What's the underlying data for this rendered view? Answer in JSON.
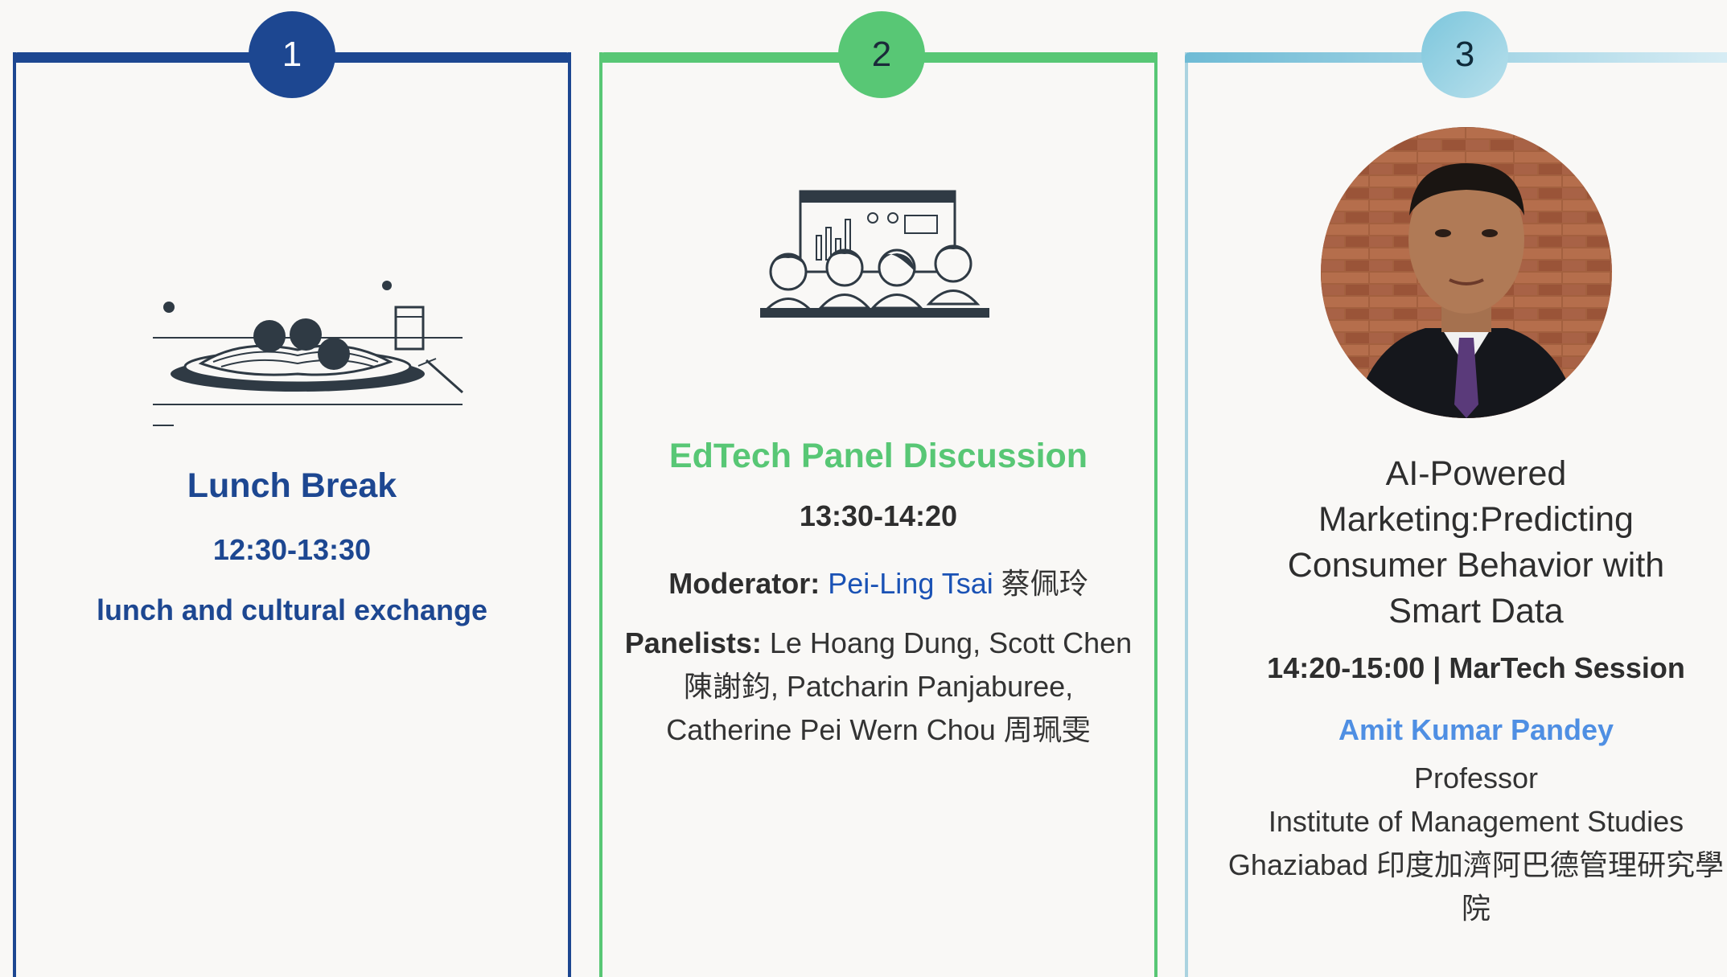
{
  "cards": [
    {
      "number": "1",
      "title": "Lunch Break",
      "time": "12:30-13:30",
      "description": "lunch and cultural exchange",
      "icon": "lunch-plate-icon",
      "color": "#1d4791"
    },
    {
      "number": "2",
      "title": "EdTech Panel Discussion",
      "time": "13:30-14:20",
      "moderator_label": "Moderator:",
      "moderator_name": "Pei-Ling Tsai",
      "moderator_name_zh": " 蔡佩玲",
      "panelists_label": "Panelists:",
      "panelists_line1": " Le Hoang Dung, Scott Chen",
      "panelists_line2": "陳謝鈞, Patcharin Panjaburee,",
      "panelists_line3": "Catherine Pei Wern Chou 周珮雯",
      "icon": "panel-discussion-icon",
      "color": "#58c775"
    },
    {
      "number": "3",
      "title_line1": "AI-Powered",
      "title_line2": "Marketing:Predicting",
      "title_line3": "Consumer Behavior with",
      "title_line4": "Smart Data",
      "time": "14:20-15:00 | MarTech Session",
      "speaker_name": "Amit Kumar Pandey",
      "speaker_role": "Professor",
      "speaker_org_line1": "Institute of Management Studies",
      "speaker_org_line2": "Ghaziabad 印度加濟阿巴德管理研究學",
      "speaker_org_line3": "院",
      "icon": "speaker-photo",
      "color": "#6fbbd5"
    }
  ]
}
